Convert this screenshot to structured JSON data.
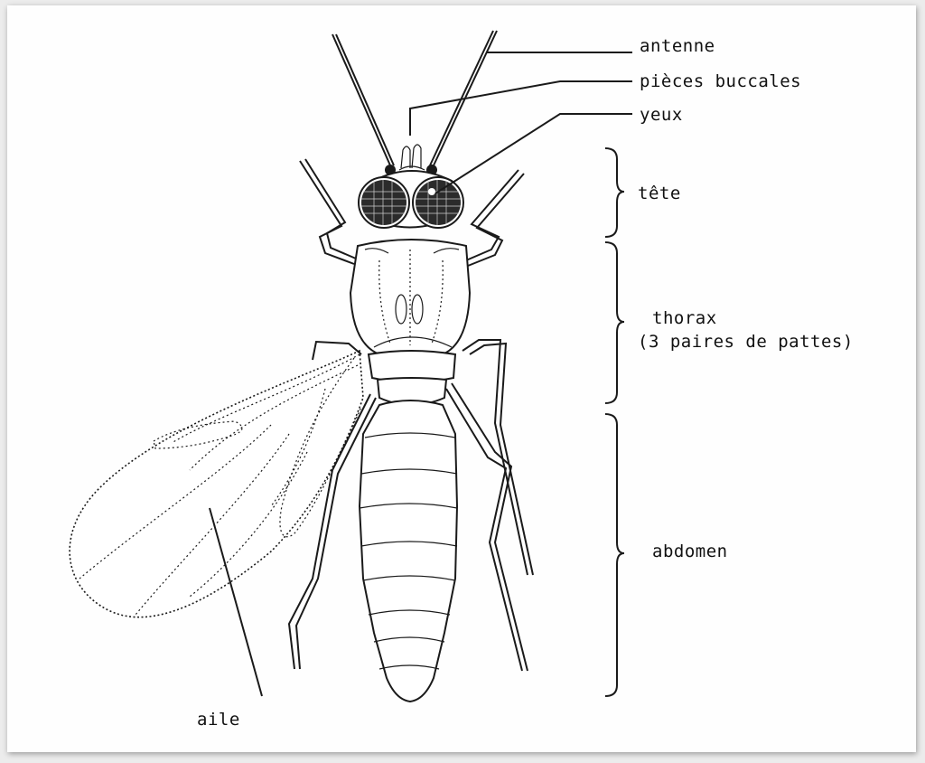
{
  "labels": {
    "antenne": "antenne",
    "pieces_buccales": "pièces buccales",
    "yeux": "yeux",
    "tete": "tête",
    "thorax": "thorax",
    "thorax_note": "(3 paires de pattes)",
    "abdomen": "abdomen",
    "aile": "aile"
  }
}
